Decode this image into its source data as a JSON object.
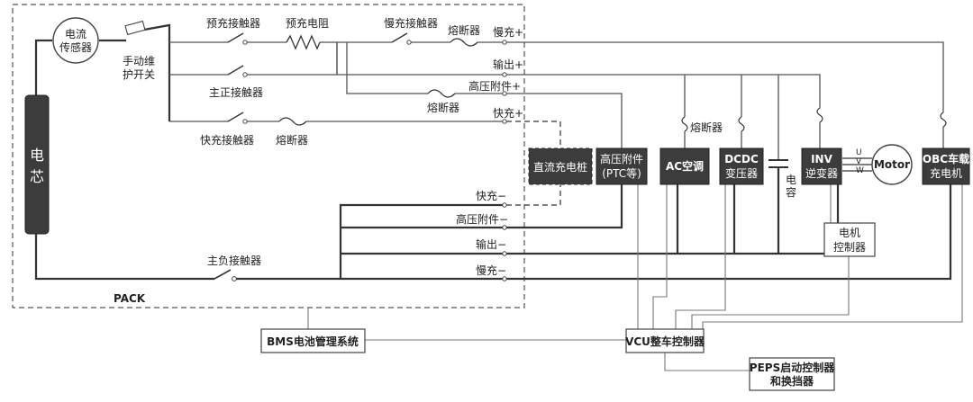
{
  "labels": {
    "current_sensor": [
      "电流",
      "传感器"
    ],
    "manual_switch": [
      "手动维",
      "护开关"
    ],
    "battery_cell": [
      "电",
      "芯"
    ],
    "precharge_contactor": "预充接触器",
    "precharge_resistor": "预充电阻",
    "main_pos_contactor": "主正接触器",
    "fast_contactor": "快充接触器",
    "fuse": "熔断器",
    "slow_contactor": "慢充接触器",
    "main_neg_contactor": "主负接触器",
    "pack": "PACK",
    "cap": [
      "电",
      "容"
    ],
    "motor_ctrl": [
      "电机",
      "控制器"
    ]
  },
  "terminals": {
    "slow_pos": "慢充+",
    "out_pos": "输出+",
    "hv_pos": "高压附件+",
    "fast_pos": "快充+",
    "fast_neg": "快充−",
    "hv_neg": "高压附件−",
    "out_neg": "输出−",
    "slow_neg": "慢充−"
  },
  "boxes": {
    "dc_pile": "直流充电桩",
    "hv_acc": [
      "高压附件",
      "(PTC等)"
    ],
    "ac": "AC空调",
    "dcdc": [
      "DCDC",
      "变压器"
    ],
    "inv": [
      "INV",
      "逆变器"
    ],
    "motor": "Motor",
    "obc": [
      "OBC车载",
      "充电机"
    ],
    "bms": "BMS电池管理系统",
    "vcu": "VCU整车控制器",
    "peps": [
      "PEPS启动控制器",
      "和换挡器"
    ]
  },
  "phases": [
    "U",
    "V",
    "W"
  ]
}
